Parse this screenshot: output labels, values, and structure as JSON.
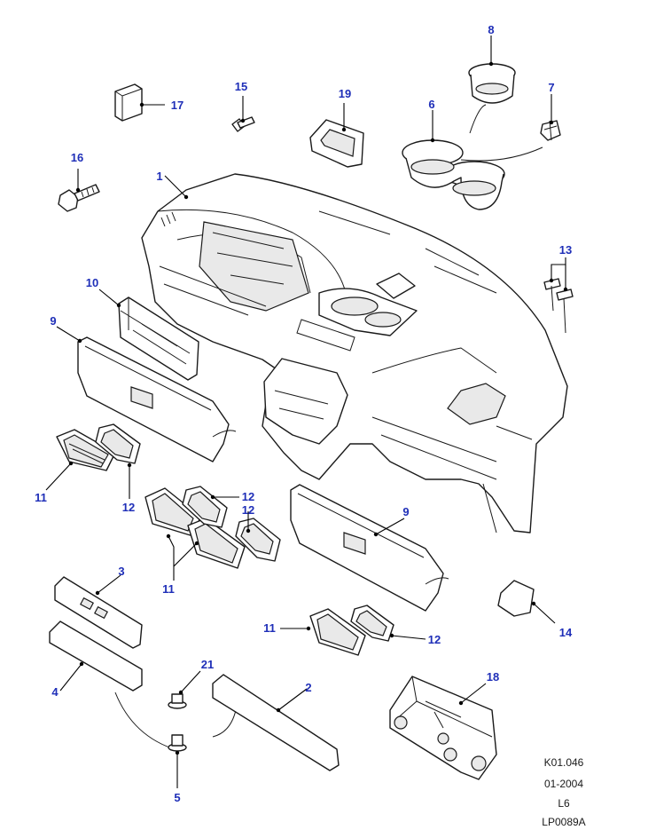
{
  "callouts": {
    "c1": "1",
    "c2": "2",
    "c3": "3",
    "c4": "4",
    "c5": "5",
    "c6": "6",
    "c7": "7",
    "c8": "8",
    "c9a": "9",
    "c9b": "9",
    "c10": "10",
    "c11a": "11",
    "c11b": "11",
    "c11c": "11",
    "c12a": "12",
    "c12b": "12",
    "c12c": "12",
    "c12d": "12",
    "c13": "13",
    "c14": "14",
    "c15": "15",
    "c16": "16",
    "c17": "17",
    "c18": "18",
    "c19": "19",
    "c21": "21"
  },
  "reference": {
    "catalog_code": "K01.046",
    "date": "01-2004",
    "model": "L6",
    "illustration_id": "LP0089A"
  },
  "colors": {
    "callout_text": "#1f2fb8",
    "line_art": "#1a1a1a",
    "background": "#ffffff"
  }
}
